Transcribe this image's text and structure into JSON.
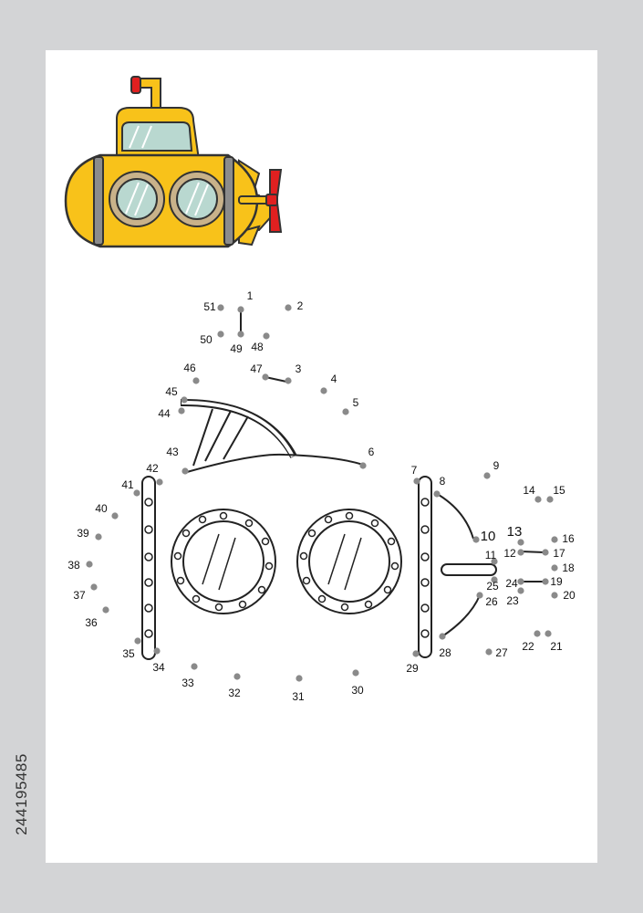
{
  "stock_id": "244195485",
  "colors": {
    "background": "#d3d4d6",
    "sheet": "#ffffff",
    "hull": "#f8c21a",
    "hull_outline": "#333333",
    "propeller": "#e02020",
    "band": "#8c8c8c",
    "glass": "#b9d8d0",
    "dot": "#8a8a8a",
    "line": "#222222"
  },
  "icons": {
    "colored_sample": "submarine-color-icon",
    "puzzle": "submarine-outline-puzzle"
  },
  "dots": [
    {
      "n": "1"
    },
    {
      "n": "2"
    },
    {
      "n": "3"
    },
    {
      "n": "4"
    },
    {
      "n": "5"
    },
    {
      "n": "6"
    },
    {
      "n": "7"
    },
    {
      "n": "8"
    },
    {
      "n": "9"
    },
    {
      "n": "10"
    },
    {
      "n": "11"
    },
    {
      "n": "12"
    },
    {
      "n": "13"
    },
    {
      "n": "14"
    },
    {
      "n": "15"
    },
    {
      "n": "16"
    },
    {
      "n": "17"
    },
    {
      "n": "18"
    },
    {
      "n": "19"
    },
    {
      "n": "20"
    },
    {
      "n": "21"
    },
    {
      "n": "22"
    },
    {
      "n": "23"
    },
    {
      "n": "24"
    },
    {
      "n": "25"
    },
    {
      "n": "26"
    },
    {
      "n": "27"
    },
    {
      "n": "28"
    },
    {
      "n": "29"
    },
    {
      "n": "30"
    },
    {
      "n": "31"
    },
    {
      "n": "32"
    },
    {
      "n": "33"
    },
    {
      "n": "34"
    },
    {
      "n": "35"
    },
    {
      "n": "36"
    },
    {
      "n": "37"
    },
    {
      "n": "38"
    },
    {
      "n": "39"
    },
    {
      "n": "40"
    },
    {
      "n": "41"
    },
    {
      "n": "42"
    },
    {
      "n": "43"
    },
    {
      "n": "44"
    },
    {
      "n": "45"
    },
    {
      "n": "46"
    },
    {
      "n": "47"
    },
    {
      "n": "48"
    },
    {
      "n": "49"
    },
    {
      "n": "50"
    },
    {
      "n": "51"
    }
  ]
}
